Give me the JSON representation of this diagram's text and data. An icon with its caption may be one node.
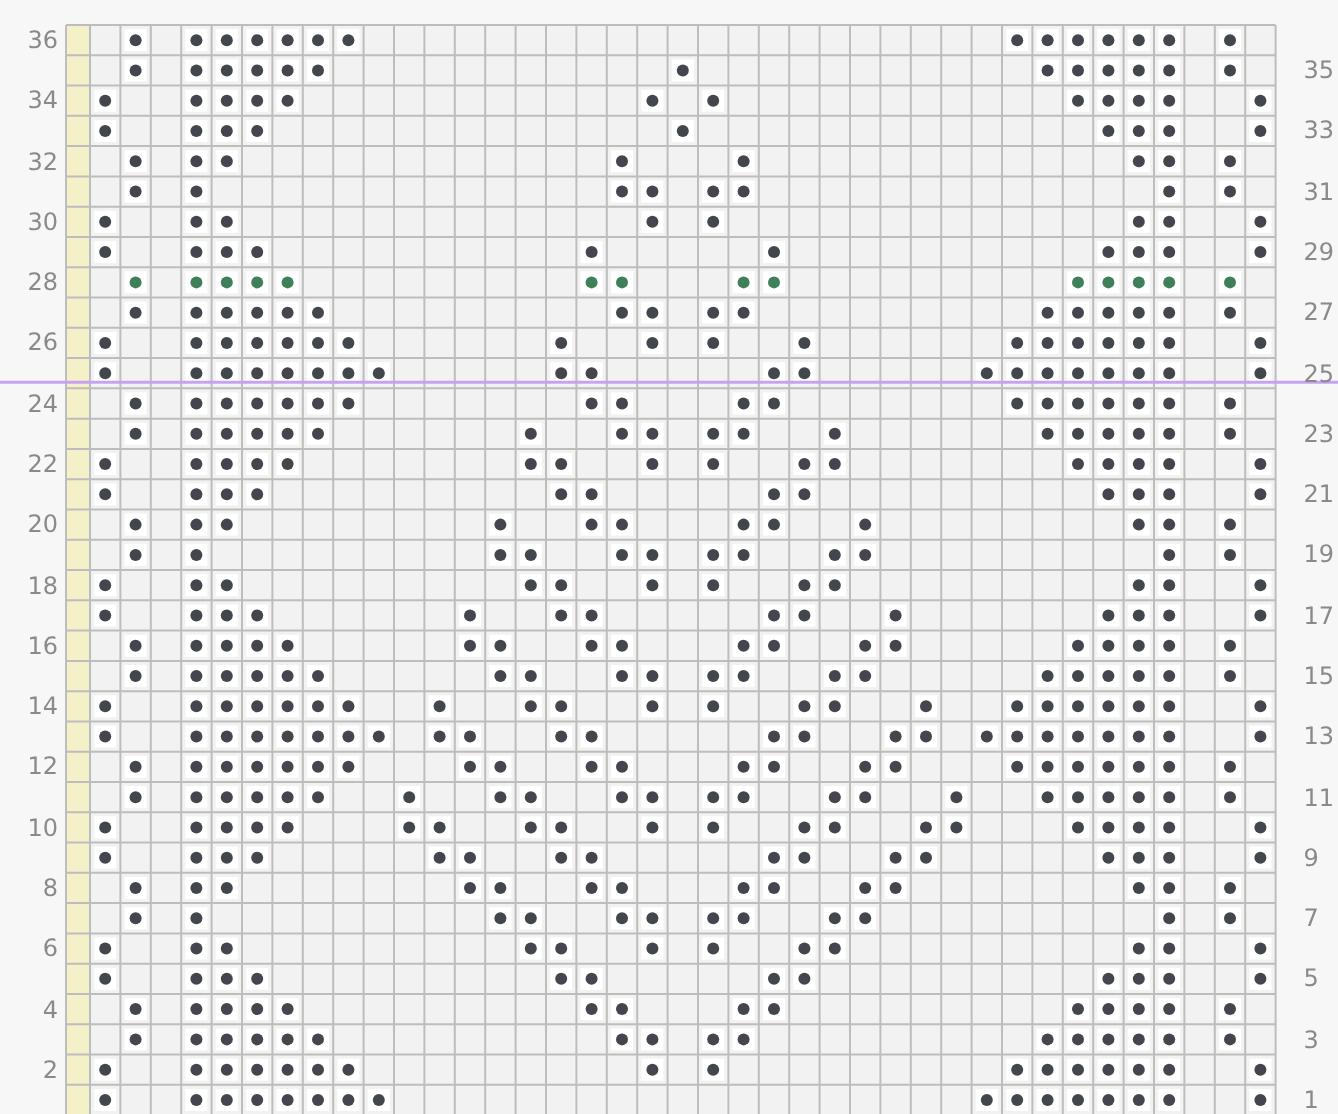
{
  "diagram": {
    "labels": [
      "36",
      "35",
      "34",
      "33",
      "32",
      "31",
      "30",
      "29",
      "28",
      "27",
      "26",
      "25",
      "24",
      "23",
      "22",
      "21",
      "20",
      "19",
      "18",
      "17",
      "16",
      "15",
      "14",
      "13",
      "12",
      "11",
      "10",
      "9",
      "8",
      "7",
      "6",
      "5",
      "4",
      "3",
      "2",
      "1"
    ]
  }
}
